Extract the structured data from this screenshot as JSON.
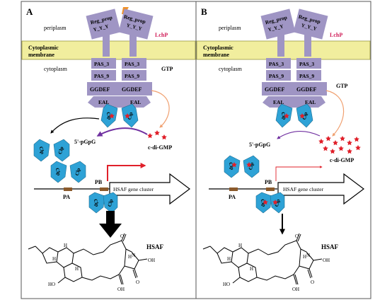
{
  "panels": [
    {
      "id": "A",
      "label": "A",
      "periplasm": "periplasm",
      "membrane_line1": "Cytoplasmic",
      "membrane_line2": "membrane",
      "cytoplasm": "cytoplasm",
      "reg_prop": "Reg_prop",
      "yyy": "Y_Y_Y",
      "lchp": "LchP",
      "pas3": "PAS_3",
      "pas9": "PAS_9",
      "ggdef": "GGDEF",
      "eal": "EAL",
      "clp": "Clp",
      "gtp": "GTP",
      "pgpg": "5'-pGpG",
      "cdigmp": "c-di-GMP",
      "pa": "PA",
      "pb": "PB",
      "gene": "HSAF gene cluster",
      "hsaf": "HSAF",
      "h": "H",
      "ho": "HO",
      "oh": "OH",
      "o": "O",
      "n": "N"
    },
    {
      "id": "B",
      "label": "B",
      "periplasm": "periplasm",
      "membrane_line1": "Cytoplasmic",
      "membrane_line2": "membrane",
      "cytoplasm": "cytoplasm",
      "reg_prop": "Reg_prop",
      "yyy": "Y_Y_Y",
      "lchp": "LchP",
      "pas3": "PAS_3",
      "pas9": "PAS_9",
      "ggdef": "GGDEF",
      "eal": "EAL",
      "clp": "Clp",
      "gtp": "GTP",
      "pgpg": "5'-pGpG",
      "cdigmp": "c-di-GMP",
      "pa": "PA",
      "pb": "PB",
      "gene": "HSAF gene cluster",
      "hsaf": "HSAF",
      "h": "H",
      "ho": "HO",
      "oh": "OH",
      "o": "O",
      "n": "N"
    }
  ],
  "colors": {
    "protein": "#9f95c4",
    "membrane": "#f1ee9e",
    "clp": "#2ea2d6",
    "star": "#e0202a",
    "purple_arrow": "#7030a0",
    "red_arrow": "#e0202a",
    "orange_arrow": "#f0a070",
    "lchp": "#d0205a",
    "lightning": "#f0922a",
    "promoter": "#8b5a2b"
  }
}
